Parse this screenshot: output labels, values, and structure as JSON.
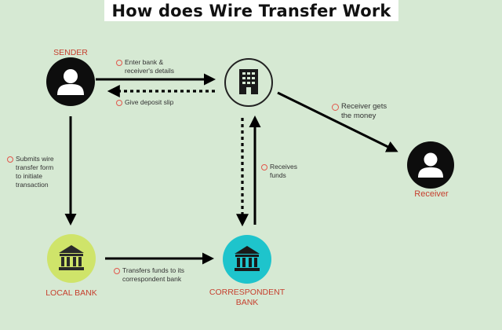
{
  "title": "How does Wire Transfer Work",
  "nodes": {
    "sender": "SENDER",
    "receiver": "Receiver",
    "local_bank": "LOCAL BANK",
    "correspondent_bank_line1": "CORRESPONDENT",
    "correspondent_bank_line2": "BANK"
  },
  "steps": {
    "enter_details": [
      "Enter bank &",
      "receiver's details"
    ],
    "give_slip": "Give deposit slip",
    "submits_form": [
      "Submits wire",
      "transfer form",
      "to initiate",
      "transaction"
    ],
    "transfers_funds": [
      "Transfers funds to its",
      "correspondent bank"
    ],
    "receives_funds": [
      "Receives",
      "funds"
    ],
    "receiver_gets": [
      "Receiver gets",
      "the money"
    ]
  },
  "colors": {
    "background": "#d6e9d3",
    "person_circle": "#0d0d0d",
    "local_bank_circle": "#cfe46a",
    "correspondent_circle": "#1ec4cc",
    "label_red": "#c6402f",
    "step_marker": "#e2574c"
  },
  "icons": {
    "sender": "person-icon",
    "receiver": "person-icon",
    "intermediary": "office-building-icon",
    "local_bank": "bank-icon",
    "correspondent_bank": "bank-icon"
  }
}
